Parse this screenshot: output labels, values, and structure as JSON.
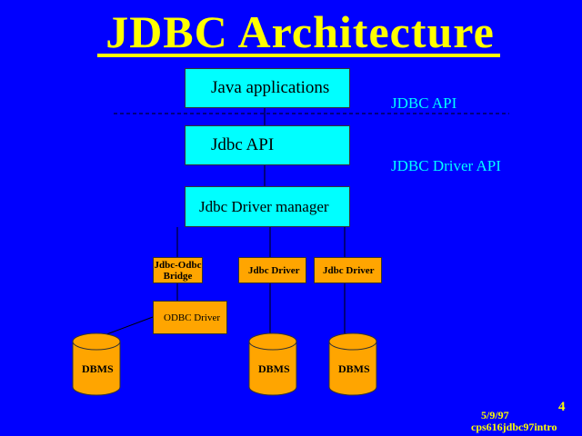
{
  "title": "JDBC Architecture",
  "boxes": {
    "java_apps": "Java applications",
    "jdbc_api": "Jdbc API",
    "driver_manager": "Jdbc Driver manager",
    "odbc_bridge_line1": "Jdbc-Odbc",
    "odbc_bridge_line2": "Bridge",
    "jdbc_driver_1": "Jdbc Driver",
    "jdbc_driver_2": "Jdbc Driver",
    "odbc_driver": "ODBC Driver"
  },
  "side_labels": {
    "jdbc_api": "JDBC API",
    "jdbc_driver_api": "JDBC Driver API"
  },
  "databases": [
    "DBMS",
    "DBMS",
    "DBMS"
  ],
  "footer": {
    "date": "5/9/97",
    "page_number": "4",
    "course_code": "cps616jdbc97intro"
  },
  "colors": {
    "background": "#0000ff",
    "title": "#ffff00",
    "upper_boxes": "#00ffff",
    "lower_boxes": "#ffa500"
  }
}
